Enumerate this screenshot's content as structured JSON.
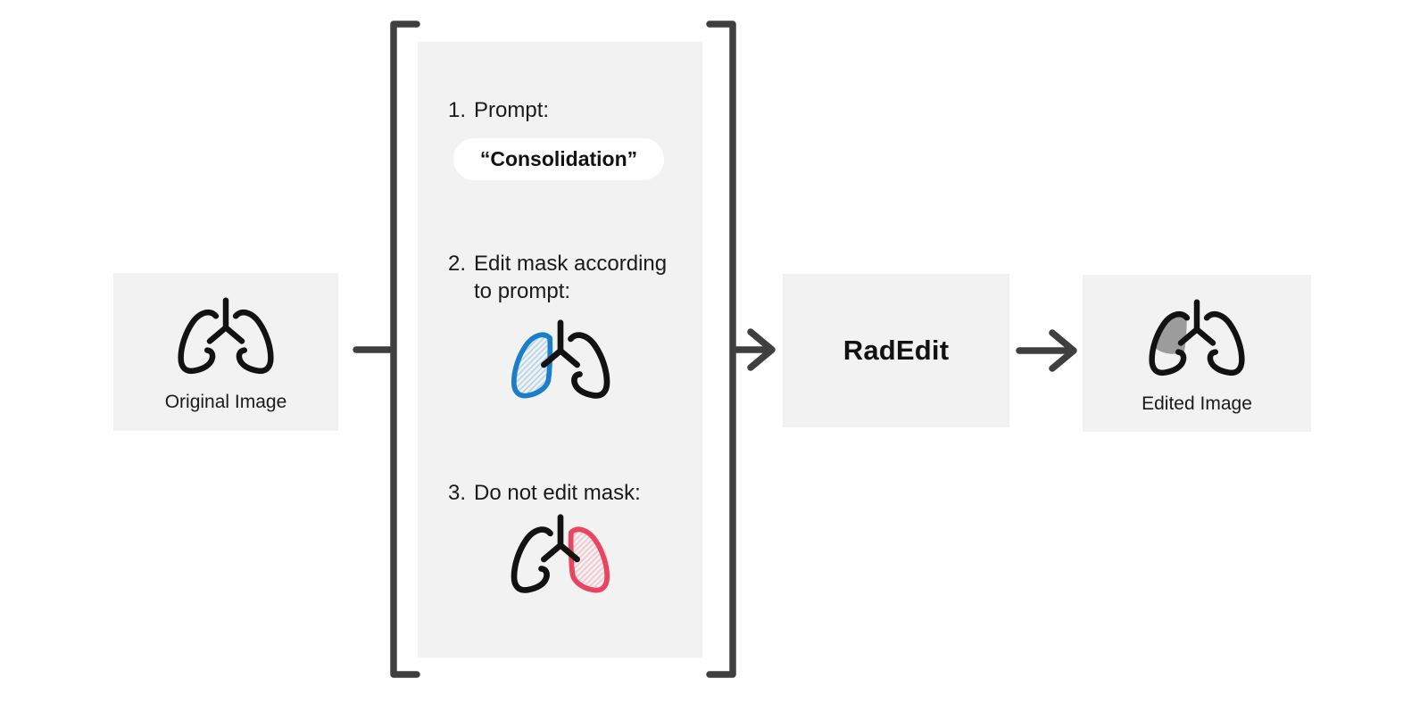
{
  "figure": {
    "nodes": {
      "original_image": {
        "label": "Original Image",
        "icon": "lungs-icon"
      },
      "model": {
        "label": "RadEdit"
      },
      "edited_image": {
        "label": "Edited Image",
        "icon": "lungs-consolidation-icon"
      }
    },
    "inputs_panel": {
      "steps": [
        {
          "number": "1.",
          "label": "Prompt:",
          "value": "“Consolidation”"
        },
        {
          "number": "2.",
          "lines": [
            "Edit mask according",
            "to prompt:"
          ],
          "icon": "lungs-edit-mask-icon"
        },
        {
          "number": "3.",
          "label": "Do not edit mask:",
          "icon": "lungs-keep-mask-icon"
        }
      ]
    },
    "connectors": [
      "original-to-bracket-line",
      "bracket-left",
      "bracket-right",
      "arrow-to-radedit",
      "arrow-to-edited"
    ]
  },
  "colors": {
    "canvas_bg": "#ffffff",
    "box_bg": "#f2f2f2",
    "pill_bg": "#ffffff",
    "line_dark": "#3f3f3f",
    "ink": "#121212",
    "text_ink": "#1a1a1a",
    "edit_mask_blue": "#1c7ec9",
    "edit_mask_blue_hatch": "#b3d3ec",
    "keep_mask_red": "#e94560",
    "keep_mask_red_hatch": "#f5c2cc",
    "consolidation_gray": "#9c9c9c"
  }
}
